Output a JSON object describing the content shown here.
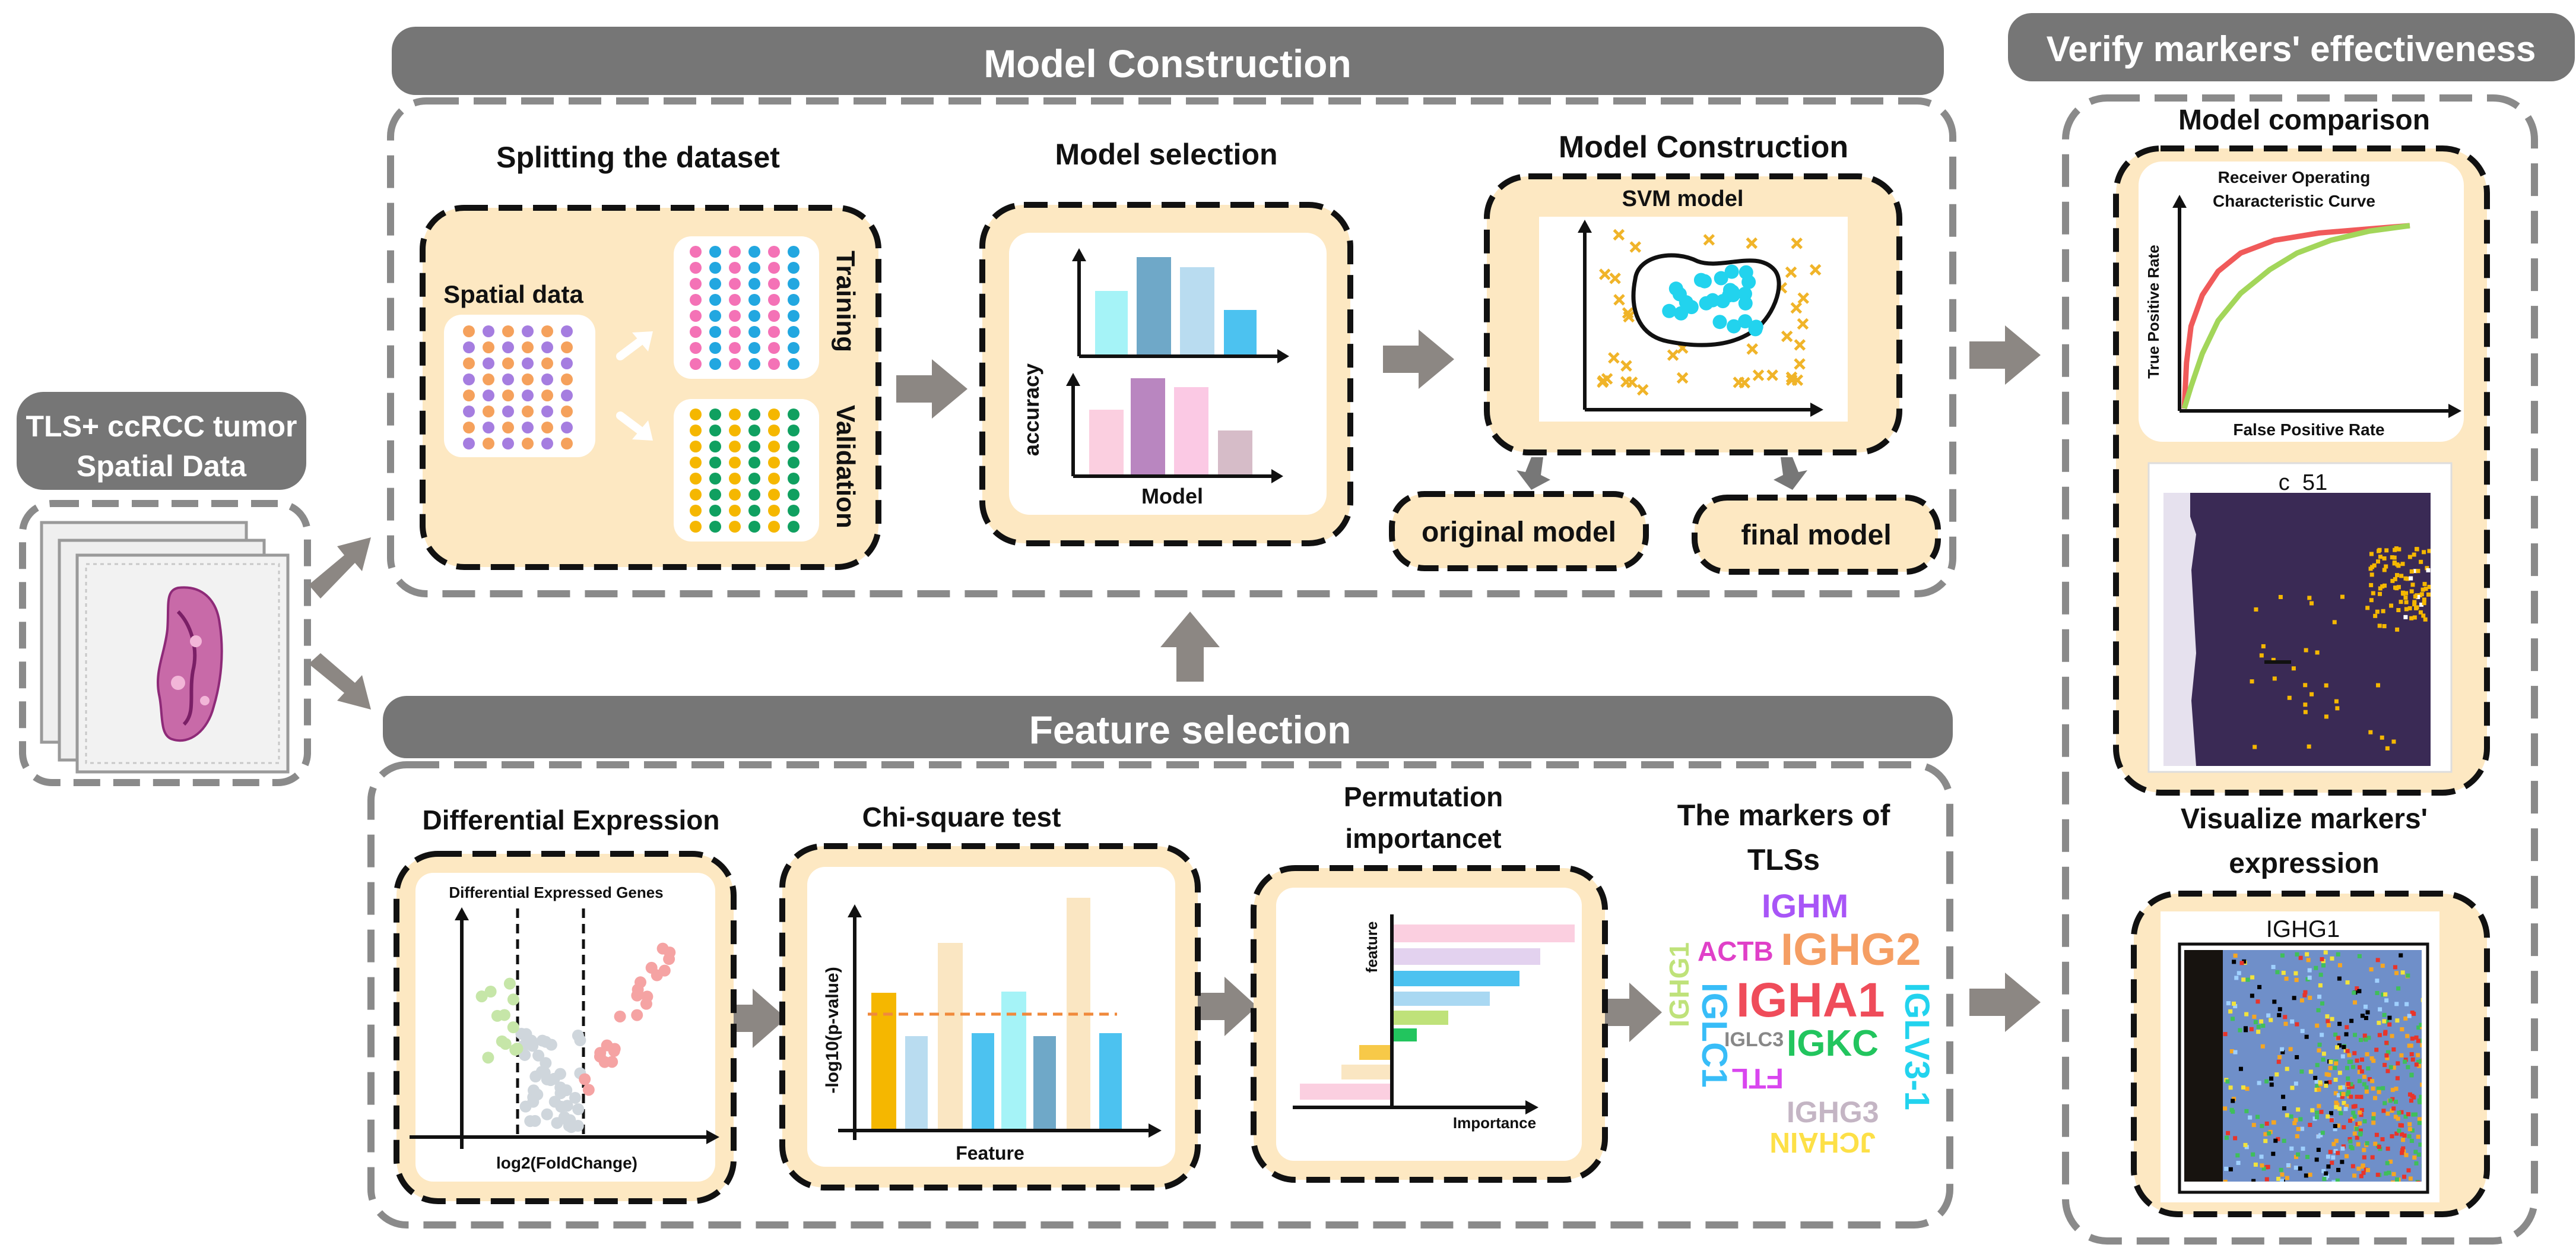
{
  "headers": {
    "model_construction": "Model Construction",
    "feature_selection": "Feature selection",
    "verify": "Verify markers' effectiveness"
  },
  "input": {
    "line1": "TLS+ ccRCC tumor",
    "line2": "Spatial Data"
  },
  "splitting": {
    "title": "Splitting the dataset",
    "spatial_label": "Spatial data",
    "training_label": "Training",
    "validation_label": "Validation"
  },
  "model_selection": {
    "title": "Model selection",
    "ylabel": "accuracy",
    "xlabel": "Model"
  },
  "construction": {
    "title": "Model Construction",
    "svm_label": "SVM model",
    "original_model": "original model",
    "final_model": "final model"
  },
  "differential": {
    "title": "Differential Expression",
    "plot_title": "Differential Expressed Genes",
    "xlabel": "log2(FoldChange)"
  },
  "chisquare": {
    "title": "Chi-square test",
    "ylabel": "-log10(p-value)",
    "xlabel": "Feature"
  },
  "permutation": {
    "title_line1": "Permutation",
    "title_line2": "importancet",
    "ylabel": "feature",
    "xlabel": "Importance"
  },
  "markers": {
    "title_line1": "The markers of",
    "title_line2": "TLSs",
    "words": {
      "ighm": "IGHM",
      "actb": "ACTB",
      "ighg2": "IGHG2",
      "ighg1": "IGHG1",
      "igha1": "IGHA1",
      "iglc1": "IGLC1",
      "iglc3": "IGLC3",
      "igkc": "IGKC",
      "iglv31": "IGLV3-1",
      "ftl": "FTL",
      "ighg3": "IGHG3",
      "jchain": "JCHAIN"
    },
    "colors": {
      "ighm": "#a855f7",
      "actb": "#e040c8",
      "ighg2": "#f59e63",
      "ighg1": "#bfe27a",
      "igha1": "#ef4c5a",
      "iglc1": "#38bdf8",
      "iglc3": "#888888",
      "igkc": "#22c55e",
      "iglv31": "#22d3ee",
      "ftl": "#d946ef",
      "ighg3": "#c4b5c4",
      "jchain": "#fde047"
    }
  },
  "model_comparison": {
    "title": "Model comparison",
    "roc_title_line1": "Receiver Operating",
    "roc_title_line2": "Characteristic Curve",
    "roc_ylabel": "True Positive Rate",
    "roc_xlabel": "False Positive Rate",
    "roc_curves": [
      {
        "color": "#f05a5a",
        "points": [
          [
            0,
            0
          ],
          [
            0.01,
            0.25
          ],
          [
            0.03,
            0.45
          ],
          [
            0.08,
            0.62
          ],
          [
            0.15,
            0.75
          ],
          [
            0.25,
            0.85
          ],
          [
            0.4,
            0.92
          ],
          [
            0.6,
            0.96
          ],
          [
            0.8,
            0.98
          ],
          [
            1,
            1
          ]
        ]
      },
      {
        "color": "#a3d65a",
        "points": [
          [
            0,
            0
          ],
          [
            0.03,
            0.12
          ],
          [
            0.08,
            0.3
          ],
          [
            0.15,
            0.48
          ],
          [
            0.25,
            0.63
          ],
          [
            0.38,
            0.76
          ],
          [
            0.5,
            0.85
          ],
          [
            0.65,
            0.92
          ],
          [
            0.82,
            0.97
          ],
          [
            1,
            1
          ]
        ]
      }
    ],
    "spatial_title": "c_51"
  },
  "visualize": {
    "title_line1": "Visualize markers'",
    "title_line2": "expression",
    "plot_title": "IGHG1"
  },
  "colors": {
    "header_fill": "#767676",
    "panel_fill": "#fde8c2",
    "arrow": "#8c8783",
    "dash_border": "#8a8a8a"
  }
}
